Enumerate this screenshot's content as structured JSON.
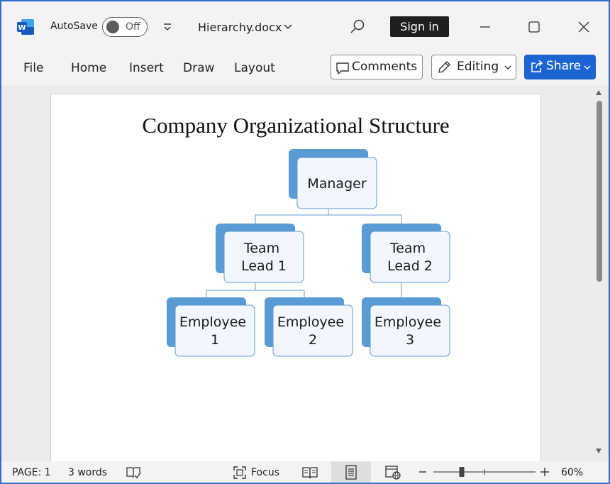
{
  "app": {
    "autosave_label": "AutoSave",
    "autosave_state": "Off",
    "document_name": "Hierarchy.docx",
    "signin_label": "Sign in",
    "brand_color": "#185abd"
  },
  "ribbon": {
    "tabs": [
      {
        "label": "File"
      },
      {
        "label": "Home"
      },
      {
        "label": "Insert"
      },
      {
        "label": "Draw"
      },
      {
        "label": "Layout"
      }
    ],
    "comments_label": "Comments",
    "editing_label": "Editing",
    "share_label": "Share",
    "share_color": "#1c64d1"
  },
  "document": {
    "title": "Company Organizational Structure",
    "org_chart": {
      "manager": [
        "Manager"
      ],
      "lead1": [
        "Team",
        "Lead 1"
      ],
      "lead2": [
        "Team",
        "Lead 2"
      ],
      "emp1": [
        "Employee",
        "1"
      ],
      "emp2": [
        "Employee",
        "2"
      ],
      "emp3": [
        "Employee",
        "3"
      ],
      "node_accent_color": "#5b9bd5"
    }
  },
  "status": {
    "page": "PAGE: 1",
    "words": "3 words",
    "focus": "Focus",
    "zoom": "60%",
    "zoom_level": 0.6
  }
}
